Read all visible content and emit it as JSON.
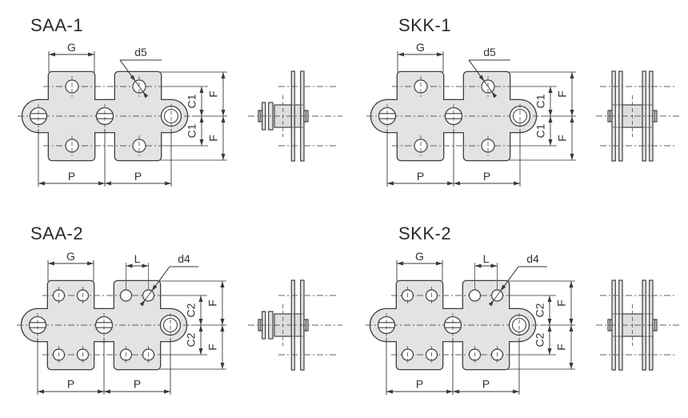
{
  "diagram": {
    "colors": {
      "plate_fill": "#e3e3e3",
      "roller_fill": "#dedede",
      "outline": "#3f3f3f",
      "dimension_lines": "#3a3a3a",
      "background": "#ffffff"
    },
    "panels": [
      {
        "id": "saa-1",
        "title": "SAA-1",
        "labels": {
          "g": "G",
          "dia": "d5",
          "c_upper": "C1",
          "c_lower": "C1",
          "f_upper": "F",
          "f_lower": "F",
          "p_left": "P",
          "p_right": "P"
        }
      },
      {
        "id": "skk-1",
        "title": "SKK-1",
        "labels": {
          "g": "G",
          "dia": "d5",
          "c_upper": "C1",
          "c_lower": "C1",
          "f_upper": "F",
          "f_lower": "F",
          "p_left": "P",
          "p_right": "P"
        }
      },
      {
        "id": "saa-2",
        "title": "SAA-2",
        "labels": {
          "g": "G",
          "l": "L",
          "dia": "d4",
          "c_upper": "C2",
          "c_lower": "C2",
          "f_upper": "F",
          "f_lower": "F",
          "p_left": "P",
          "p_right": "P"
        }
      },
      {
        "id": "skk-2",
        "title": "SKK-2",
        "labels": {
          "g": "G",
          "l": "L",
          "dia": "d4",
          "c_upper": "C2",
          "c_lower": "C2",
          "f_upper": "F",
          "f_lower": "F",
          "p_left": "P",
          "p_right": "P"
        }
      }
    ]
  }
}
